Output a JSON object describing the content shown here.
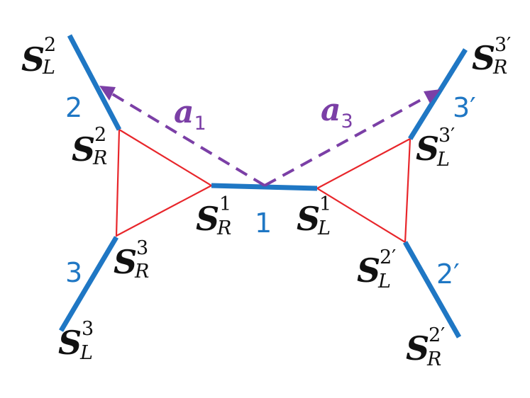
{
  "segments": {
    "center": "1",
    "upper_left": "2",
    "lower_left": "3",
    "upper_right": "3′",
    "lower_right": "2′"
  },
  "vectors": {
    "a1": {
      "symbol": "a",
      "sub": "1"
    },
    "a3": {
      "symbol": "a",
      "sub": "3"
    }
  },
  "labels": {
    "s_l_2": {
      "symbol": "S",
      "sup": "2",
      "sub": "L"
    },
    "s_r_2": {
      "symbol": "S",
      "sup": "2",
      "sub": "R"
    },
    "s_r_1": {
      "symbol": "S",
      "sup": "1",
      "sub": "R"
    },
    "s_l_1": {
      "symbol": "S",
      "sup": "1",
      "sub": "L"
    },
    "s_r_3": {
      "symbol": "S",
      "sup": "3",
      "sub": "R"
    },
    "s_l_3": {
      "symbol": "S",
      "sup": "3",
      "sub": "L"
    },
    "s_r_3p": {
      "symbol": "S",
      "sup": "3′",
      "sub": "R"
    },
    "s_l_3p": {
      "symbol": "S",
      "sup": "3′",
      "sub": "L"
    },
    "s_l_2p": {
      "symbol": "S",
      "sup": "2′",
      "sub": "L"
    },
    "s_r_2p": {
      "symbol": "S",
      "sup": "2′",
      "sub": "R"
    }
  },
  "colors": {
    "bond": "#1f77c4",
    "triangle": "#e8262b",
    "vector": "#7b3fa6",
    "label": "#111111"
  }
}
